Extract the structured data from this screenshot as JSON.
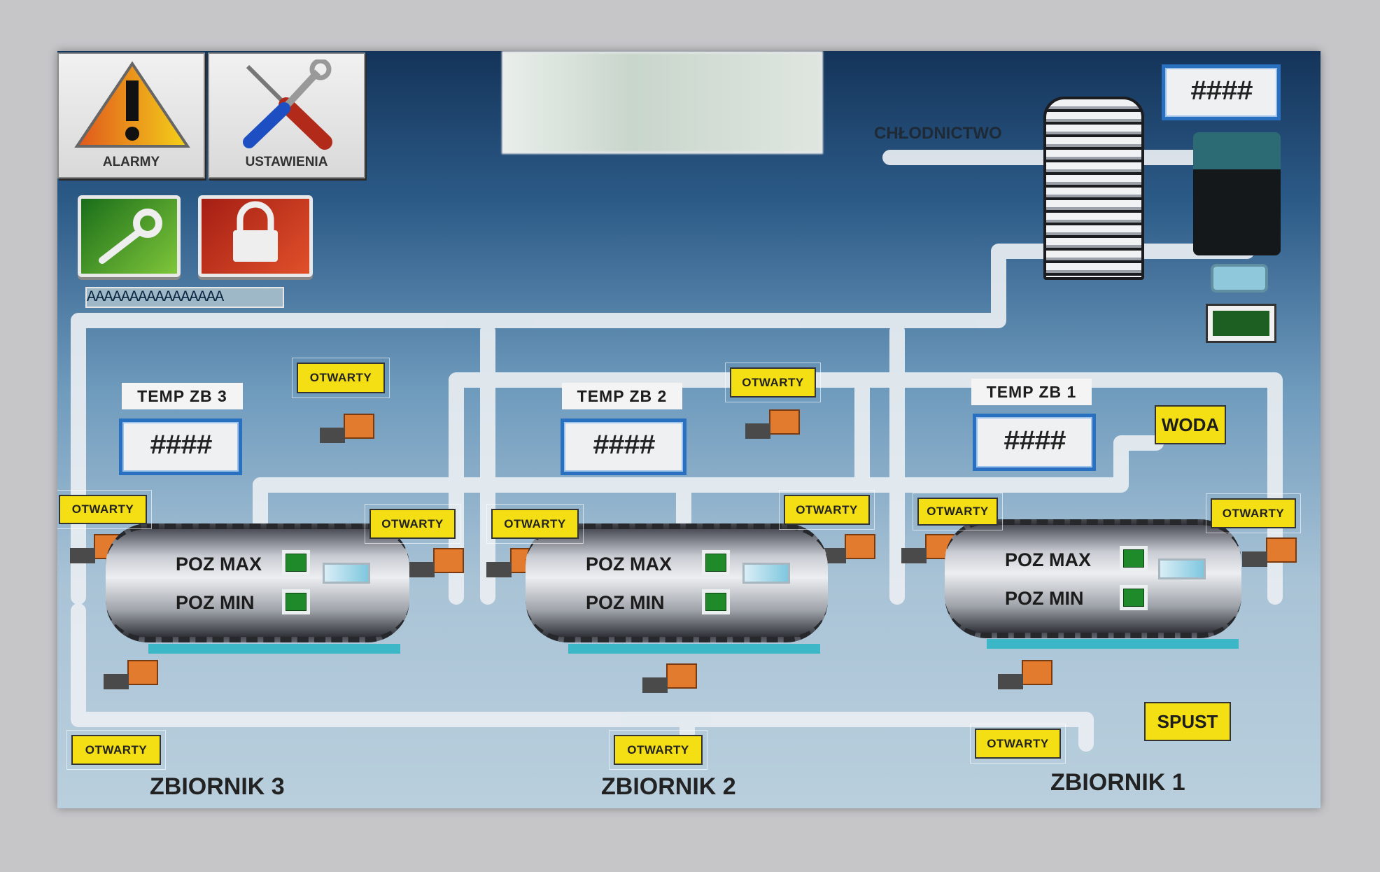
{
  "nav": {
    "alarms_label": "ALARMY",
    "settings_label": "USTAWIENIA"
  },
  "user": {
    "login_icon": "key-icon",
    "logout_icon": "lock-icon",
    "username": "AAAAAAAAAAAAAAAA"
  },
  "cooling": {
    "label": "CHŁODNICTWO",
    "value": "####"
  },
  "tanks": [
    {
      "name": "ZBIORNIK 3",
      "temp_label": "TEMP ZB 3",
      "temp_value": "####",
      "poz_max": "POZ MAX",
      "poz_min": "POZ MIN"
    },
    {
      "name": "ZBIORNIK 2",
      "temp_label": "TEMP ZB 2",
      "temp_value": "####",
      "poz_max": "POZ MAX",
      "poz_min": "POZ MIN"
    },
    {
      "name": "ZBIORNIK 1",
      "temp_label": "TEMP ZB 1",
      "temp_value": "####",
      "poz_max": "POZ MAX",
      "poz_min": "POZ MIN"
    }
  ],
  "valves": [
    "OTWARTY",
    "OTWARTY",
    "OTWARTY",
    "OTWARTY",
    "OTWARTY",
    "OTWARTY",
    "OTWARTY",
    "OTWARTY",
    "OTWARTY",
    "OTWARTY",
    "OTWARTY"
  ],
  "water_label": "WODA",
  "drain_label": "SPUST",
  "colors": {
    "status_yellow": "#f3df14",
    "indicator_green": "#1f8a2a",
    "value_border": "#2a70c0"
  }
}
